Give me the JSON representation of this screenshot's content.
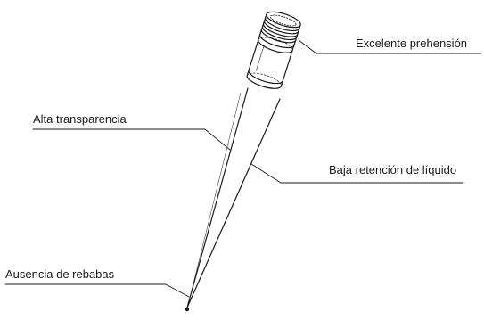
{
  "annotations": {
    "grip": "Excelente prehensión",
    "transparency": "Alta transparencia",
    "retention": "Baja retención de líquido",
    "burr": "Ausencia de rebabas"
  }
}
